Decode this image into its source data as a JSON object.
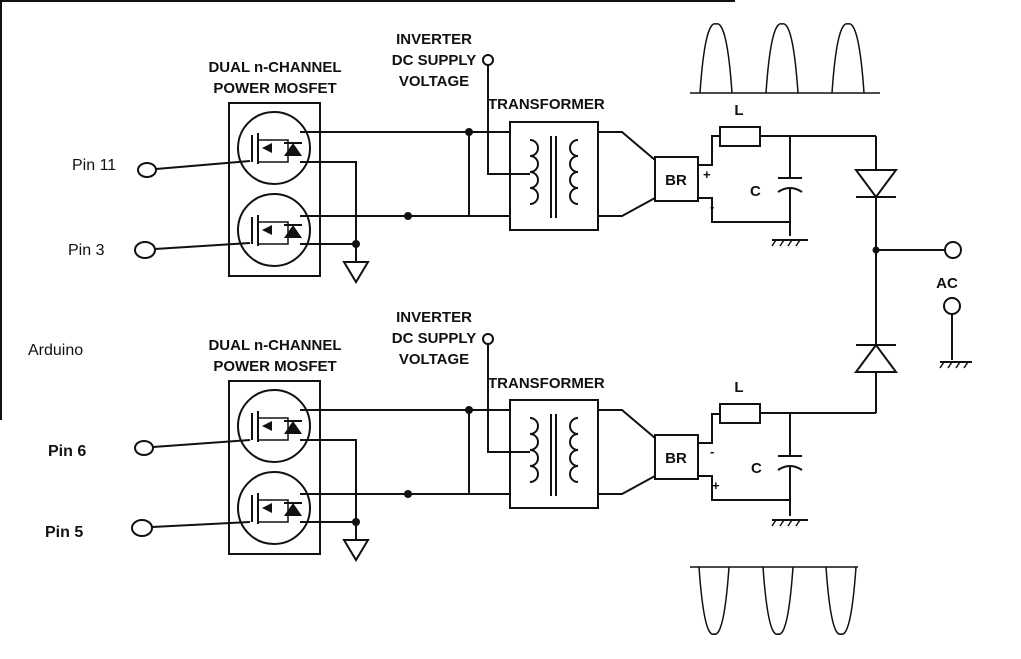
{
  "labels": {
    "arduino": "Arduino",
    "pin_11": "Pin 11",
    "pin_3": "Pin 3",
    "pin_6": "Pin 6",
    "pin_5": "Pin 5",
    "mosfet_line1": "DUAL n-CHANNEL",
    "mosfet_line2": "POWER MOSFET",
    "supply_line1": "INVERTER",
    "supply_line2": "DC SUPPLY",
    "supply_line3": "VOLTAGE",
    "transformer": "TRANSFORMER",
    "bridge": "BR",
    "inductor": "L",
    "capacitor": "C",
    "plus": "+",
    "minus": "-",
    "ac": "AC"
  }
}
